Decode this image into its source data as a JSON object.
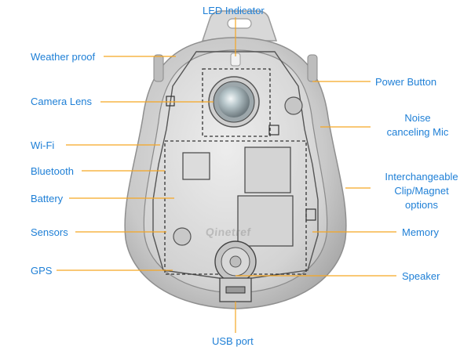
{
  "colors": {
    "label_text": "#1e7fd6",
    "leader_line": "#f5a623",
    "device_body": "#b9b9b9",
    "device_face": "#d6d6d6"
  },
  "labels": {
    "led_indicator": "LED Indicator",
    "weather_proof": "Weather proof",
    "camera_lens": "Camera Lens",
    "wifi": "Wi-Fi",
    "bluetooth": "Bluetooth",
    "battery": "Battery",
    "sensors": "Sensors",
    "gps": "GPS",
    "power_button": "Power Button",
    "noise_mic_line1": "Noise",
    "noise_mic_line2": "canceling Mic",
    "clip_line1": "Interchangeable",
    "clip_line2": "Clip/Magnet",
    "clip_line3": "options",
    "memory": "Memory",
    "speaker": "Speaker",
    "usb_port": "USB port"
  },
  "device": {
    "brand_text": "Qinetref"
  }
}
